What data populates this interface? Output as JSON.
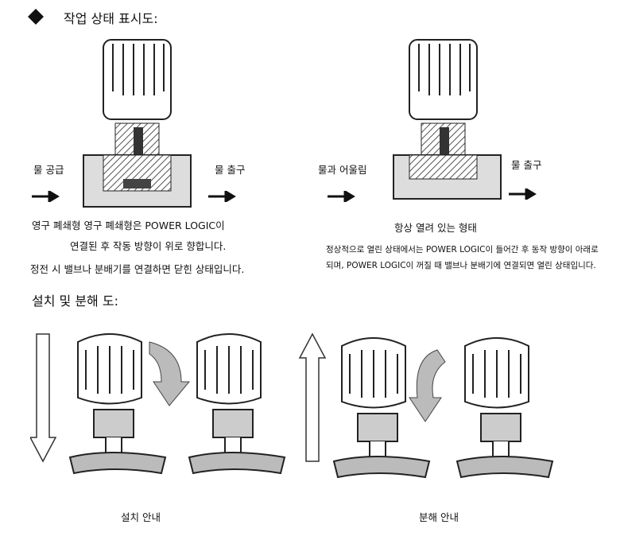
{
  "section1": {
    "title": "작업 상태 표시도:",
    "left": {
      "inlet": "물 공급",
      "outlet": "물 출구",
      "caption_line1": "영구 폐쇄형 영구 폐쇄형은 POWER LOGIC이",
      "caption_line2": "연결된 후 작동 방향이 위로 향합니다.",
      "caption_line3": "정전 시 밸브나 분배기를 연결하면 닫힌 상태입니다."
    },
    "right": {
      "inlet": "물과 어울림",
      "outlet": "물 출구",
      "title": "항상 열려 있는 형태",
      "caption_line1": "정상적으로 열린 상태에서는 POWER LOGIC이 들어간 후 동작 방향이 아래로",
      "caption_line2": "되며, POWER LOGIC이 꺼질 때 밸브나 분배기에 연결되면 열린 상태입니다."
    }
  },
  "section2": {
    "title": "설치 및 분해 도:",
    "install_label": "설치 안내",
    "remove_label": "분해 안내"
  }
}
